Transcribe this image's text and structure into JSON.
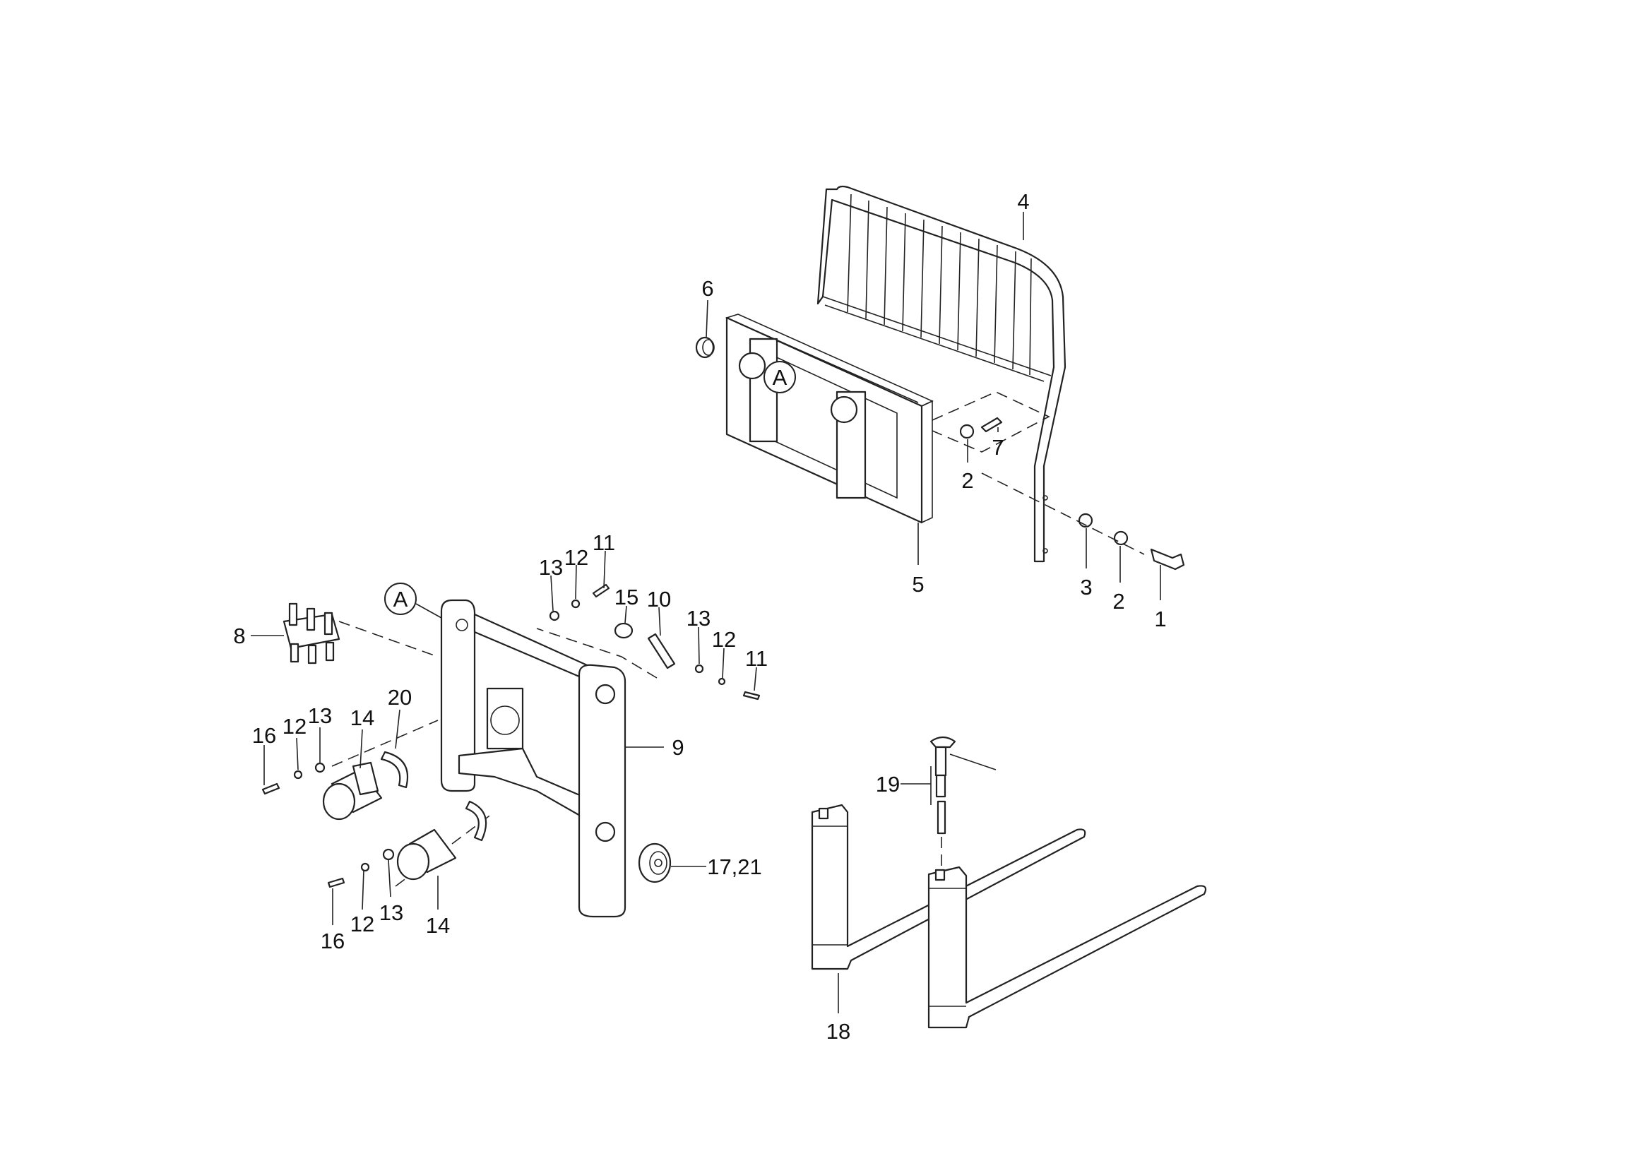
{
  "diagram": {
    "type": "exploded parts diagram",
    "reference_markers": [
      "A",
      "A"
    ],
    "callouts": [
      "1",
      "2",
      "2",
      "3",
      "4",
      "5",
      "6",
      "7",
      "8",
      "9",
      "10",
      "11",
      "11",
      "12",
      "12",
      "12",
      "12",
      "13",
      "13",
      "13",
      "13",
      "14",
      "14",
      "15",
      "16",
      "16",
      "17,21",
      "18",
      "19",
      "20"
    ]
  }
}
